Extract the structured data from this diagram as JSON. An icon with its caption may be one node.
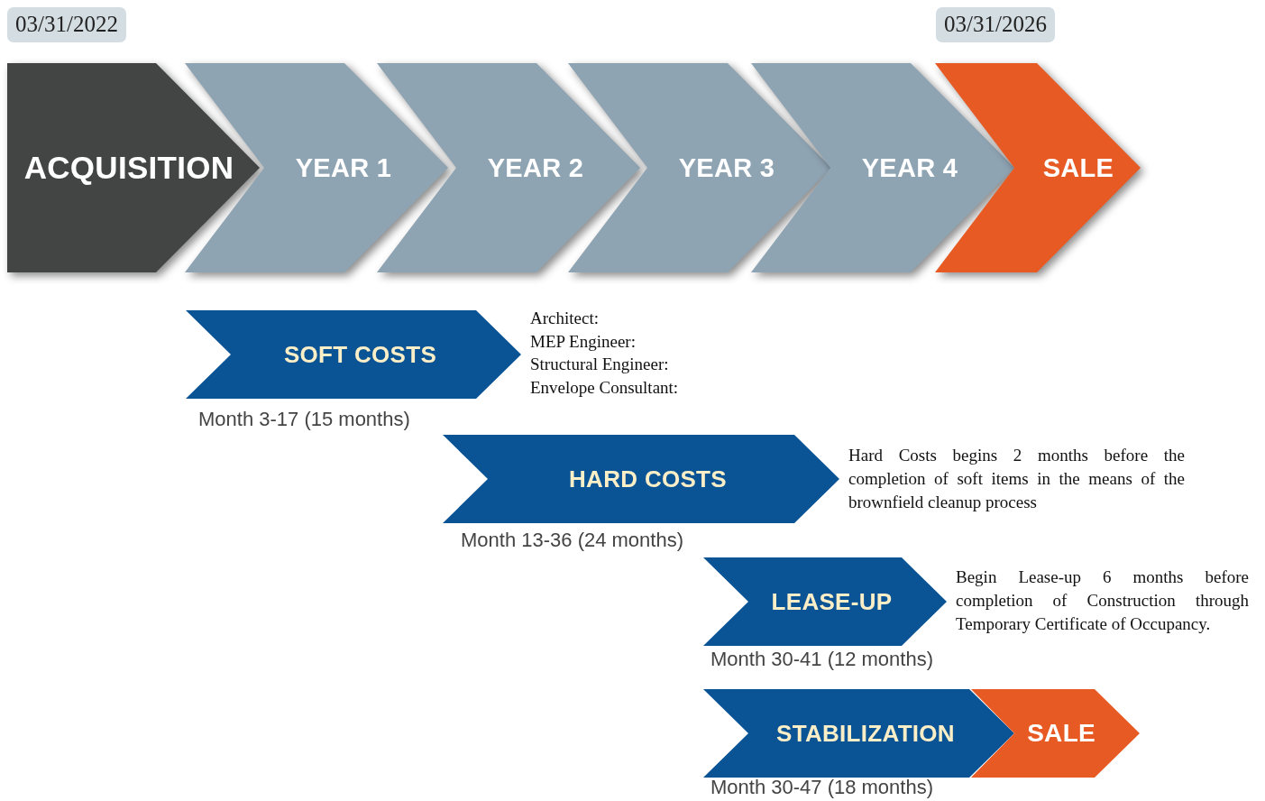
{
  "diagram": {
    "nodes": [
      {
        "text": [
          "ACQUISITION"
        ]
      },
      {
        "text": [
          "YEAR 1"
        ]
      },
      {
        "text": [
          "YEAR 2"
        ]
      },
      {
        "text": [
          "YEAR 3"
        ]
      },
      {
        "text": [
          "YEAR 4"
        ]
      },
      {
        "text": [
          "SALE"
        ]
      },
      {
        "text": [
          "SOFT COSTS"
        ],
        "beside": [
          "Month 3-17 (15 months)"
        ]
      },
      {
        "text": [
          "HARD COSTS"
        ],
        "beside": [
          "Month 13-36 (24 months)"
        ]
      },
      {
        "text": [
          "LEASE-UP"
        ],
        "beside": [
          "Month 30-41 (12 months)"
        ]
      },
      {
        "text": [
          "STABILIZATION"
        ],
        "beside": [
          "Month 30-47 (18 months)"
        ]
      },
      {
        "text": [
          "SALE"
        ]
      }
    ],
    "labels": [
      "03/31/2022",
      "03/31/2026",
      "Architect:",
      "MEP Engineer:",
      "Structural Engineer:",
      "Envelope Consultant:",
      "Hard Costs begins 2 months before the completion of soft items in the means of the brownfield cleanup process",
      "Begin Lease-up 6 months before completion of Construction through Temporary Certificate of Occupancy."
    ]
  }
}
